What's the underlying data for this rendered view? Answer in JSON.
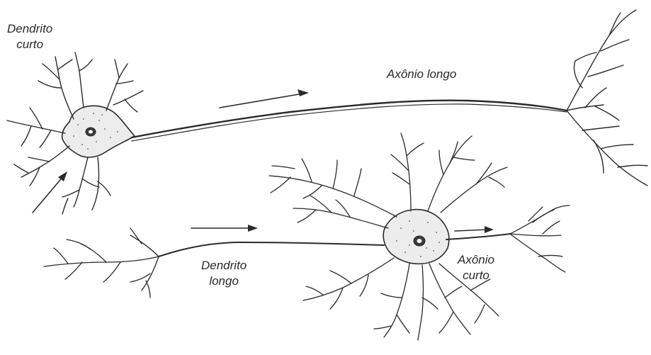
{
  "labels": {
    "short_dendrite": {
      "line1": "Dendrito",
      "line2": "curto"
    },
    "long_axon": "Axônio longo",
    "long_dendrite": {
      "line1": "Dendrito",
      "line2": "longo"
    },
    "short_axon": {
      "line1": "Axônio",
      "line2": "curto"
    }
  },
  "colors": {
    "ink": "#2a2a2a",
    "soma_fill": "#ececec",
    "nucleus": "#3a3a3a"
  },
  "icons": [
    "arrow-right-icon",
    "arrow-diagonal-icon"
  ]
}
